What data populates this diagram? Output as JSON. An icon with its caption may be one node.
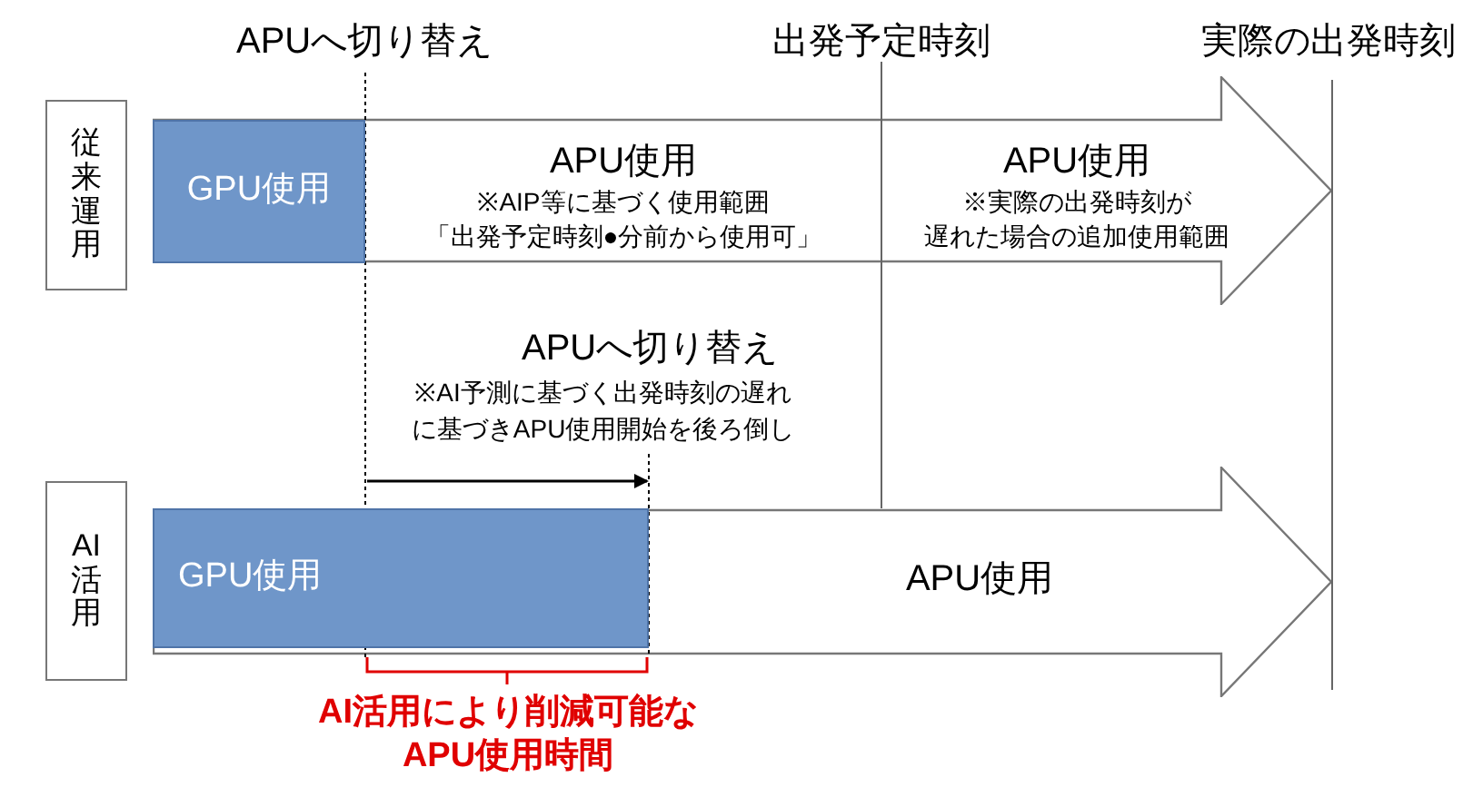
{
  "diagram": {
    "nodes": [
      {
        "text": [
          "従来運用"
        ]
      },
      {
        "text": [],
        "shape": "arrow"
      },
      {
        "text": [
          "GPU使用"
        ],
        "in": 1
      },
      {
        "text": [
          "APU使用",
          "※AIP等に基づく使用範囲",
          "「出発予定時刻●分前から使用可」"
        ],
        "in": 1
      },
      {
        "text": [
          "APU使用",
          "※実際の出発時刻が",
          "遅れた場合の追加使用範囲"
        ],
        "in": 1
      },
      {
        "text": [
          "AI活用"
        ]
      },
      {
        "text": [],
        "shape": "arrow"
      },
      {
        "text": [
          "GPU使用"
        ],
        "in": 6
      },
      {
        "text": [
          "APU使用"
        ],
        "in": 6
      }
    ],
    "labels": [
      "APUへ切り替え",
      "出発予定時刻",
      "実際の出発時刻",
      "APUへ切り替え",
      "※AI予測に基づく出発時刻の遅れに基づきAPU使用開始を後ろ倒し",
      "AI活用により削減可能なAPU使用時間"
    ]
  }
}
